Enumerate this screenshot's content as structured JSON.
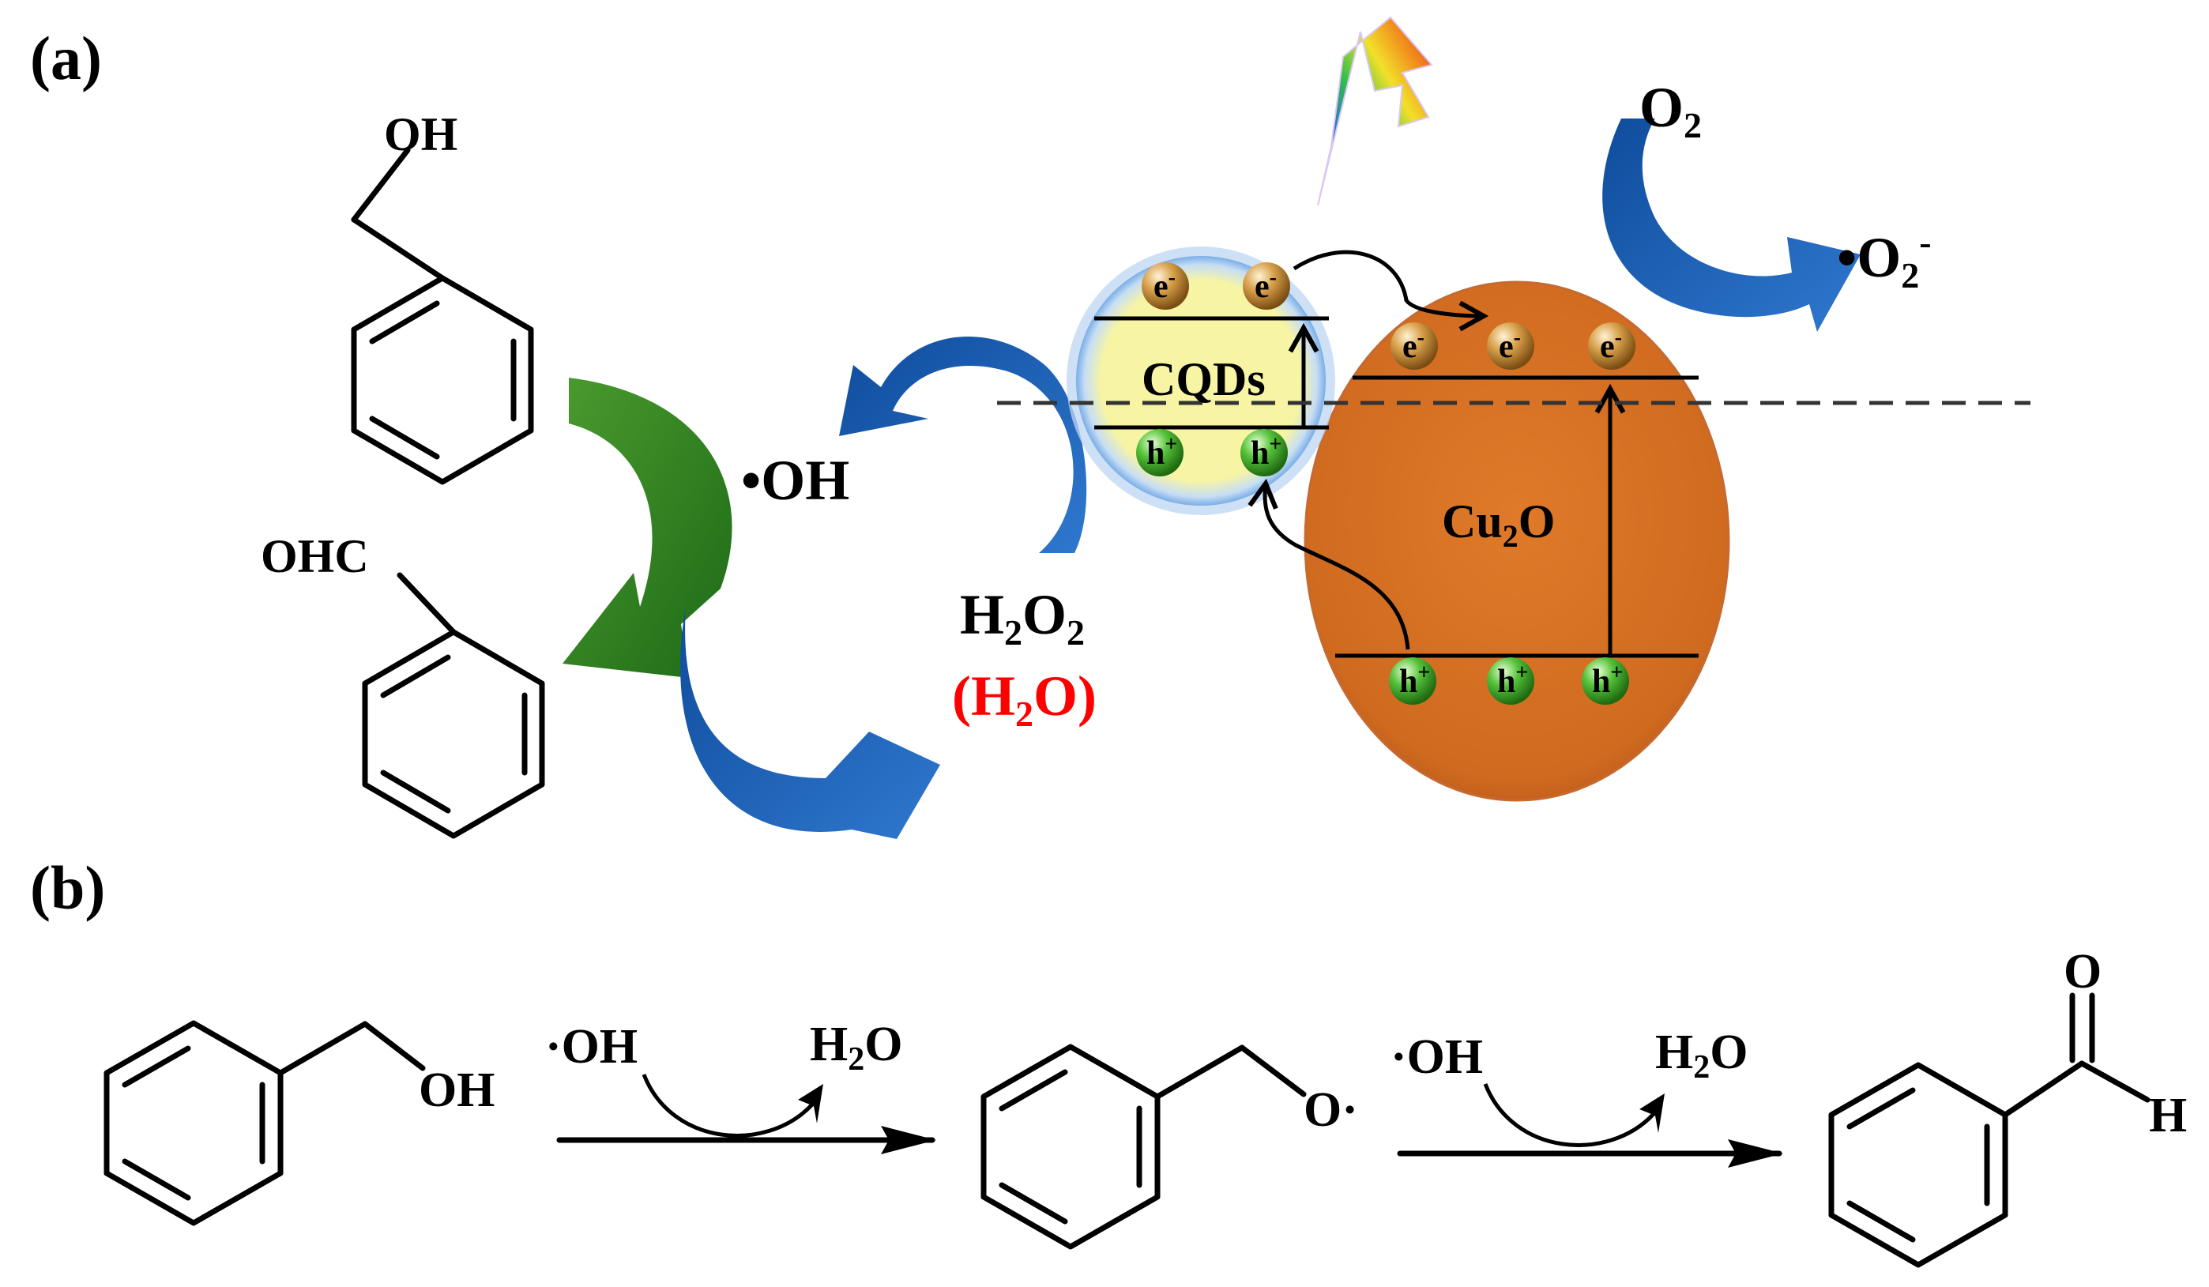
{
  "panel_a": {
    "label": "(a)",
    "reactant_group": "OH",
    "product_group": "OHC",
    "radical_oh": "•OH",
    "h2o2_main": "H",
    "h2o2_sub1": "2",
    "h2o2_mid": "O",
    "h2o2_sub2": "2",
    "h2o_open": "(H",
    "h2o_sub": "2",
    "h2o_close": "O)",
    "cqds_label": "CQDs",
    "cu2o_main": "Cu",
    "cu2o_sub": "2",
    "cu2o_end": "O",
    "o2_main": "O",
    "o2_sub": "2",
    "superoxide_main": "•O",
    "superoxide_sub": "2",
    "superoxide_sup": "-",
    "electron": "e",
    "electron_sup": "-",
    "hole": "h",
    "hole_sup": "+",
    "colors": {
      "cqds_fill": "#f7f5a3",
      "cqds_glow": "#9ec3f0",
      "cu2o_fill": "#d2691e",
      "blue_arrow": "#1f5fb0",
      "green_arrow": "#2e7d1f",
      "electron_ball": "#d8a04a",
      "hole_ball": "#55c23a",
      "red_text": "#ff0000"
    }
  },
  "panel_b": {
    "label": "(b)",
    "reactant_group": "OH",
    "radical_1": "·OH",
    "water_1_h": "H",
    "water_1_sub": "2",
    "water_1_o": "O",
    "intermediate_group": "O·",
    "radical_2": "·OH",
    "water_2_h": "H",
    "water_2_sub": "2",
    "water_2_o": "O",
    "product_o": "O",
    "product_h": "H"
  }
}
